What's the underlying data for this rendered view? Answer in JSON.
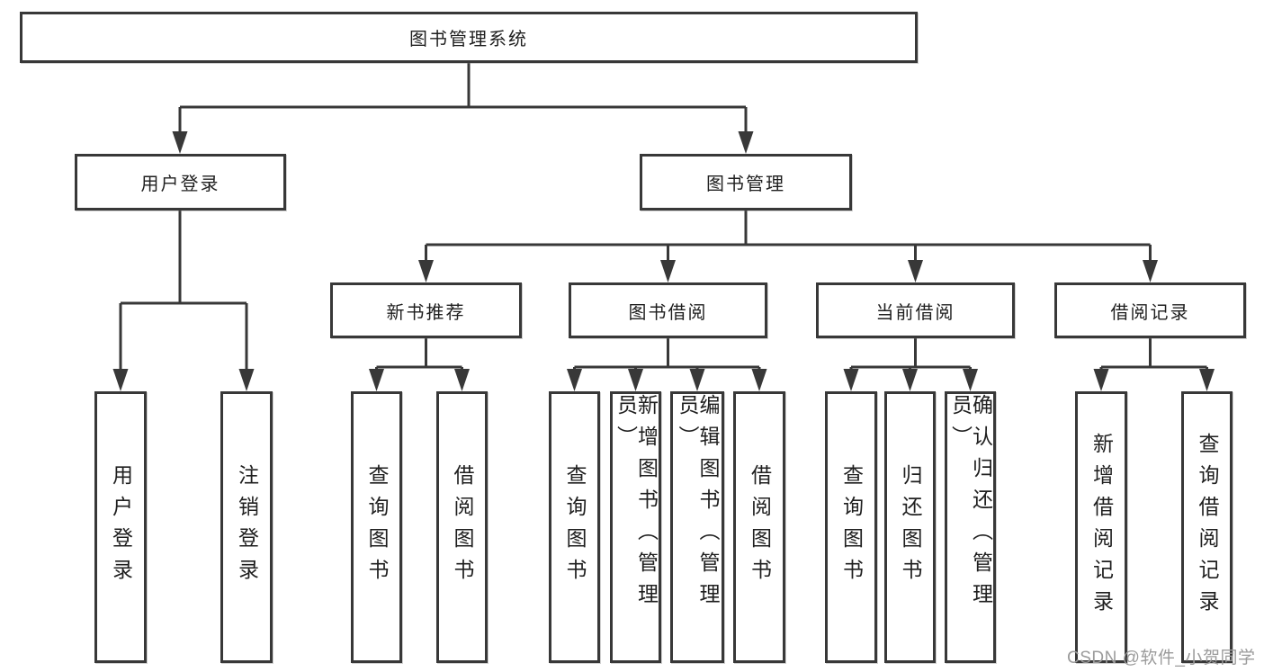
{
  "diagram_title": "图书管理系统",
  "watermark": "CSDN @软件_小贺同学",
  "colors": {
    "line": "#383838",
    "box_border": "#383838",
    "box_fill": "#ffffff",
    "text": "#1f1f1f",
    "watermark": "#9b9b9b",
    "background": "#ffffff"
  },
  "tree": {
    "root": {
      "label": "图书管理系统",
      "children": [
        {
          "label": "用户登录",
          "children": [
            {
              "label": "用户登录"
            },
            {
              "label": "注销登录"
            }
          ]
        },
        {
          "label": "图书管理",
          "children": [
            {
              "label": "新书推荐",
              "children": [
                {
                  "label": "查询图书"
                },
                {
                  "label": "借阅图书"
                }
              ]
            },
            {
              "label": "图书借阅",
              "children": [
                {
                  "label": "查询图书"
                },
                {
                  "label": "新增图书（管理员）"
                },
                {
                  "label": "编辑图书（管理员）"
                },
                {
                  "label": "借阅图书"
                }
              ]
            },
            {
              "label": "当前借阅",
              "children": [
                {
                  "label": "查询图书"
                },
                {
                  "label": "归还图书"
                },
                {
                  "label": "确认归还（管理员）"
                }
              ]
            },
            {
              "label": "借阅记录",
              "children": [
                {
                  "label": "新增借阅记录"
                },
                {
                  "label": "查询借阅记录"
                }
              ]
            }
          ]
        }
      ]
    }
  }
}
